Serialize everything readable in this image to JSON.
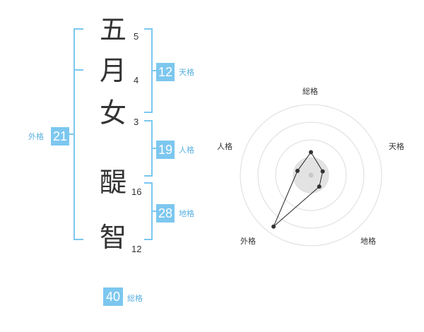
{
  "name": {
    "surname": [
      {
        "char": "五",
        "strokes": "5"
      },
      {
        "char": "月",
        "strokes": "4"
      },
      {
        "char": "女",
        "strokes": "3"
      }
    ],
    "given": [
      {
        "char": "醍",
        "strokes": "16"
      },
      {
        "char": "智",
        "strokes": "12"
      }
    ]
  },
  "kakusu": {
    "tenkaku": {
      "value": "12",
      "label": "天格"
    },
    "jinkaku": {
      "value": "19",
      "label": "人格"
    },
    "chikaku": {
      "value": "28",
      "label": "地格"
    },
    "gaikaku": {
      "value": "21",
      "label": "外格"
    },
    "soukaku": {
      "value": "40",
      "label": "総格"
    }
  },
  "radar": {
    "axes": [
      "総格",
      "天格",
      "地格",
      "外格",
      "人格"
    ],
    "rings": 4,
    "values": [
      1.3,
      0.7,
      0.8,
      3.6,
      0.8
    ],
    "colors": {
      "ring": "#dddddd",
      "fill": "#e3e3e3",
      "line": "#222222",
      "point": "#333333"
    }
  },
  "colors": {
    "accent": "#7cc7ef",
    "text": "#333333"
  }
}
